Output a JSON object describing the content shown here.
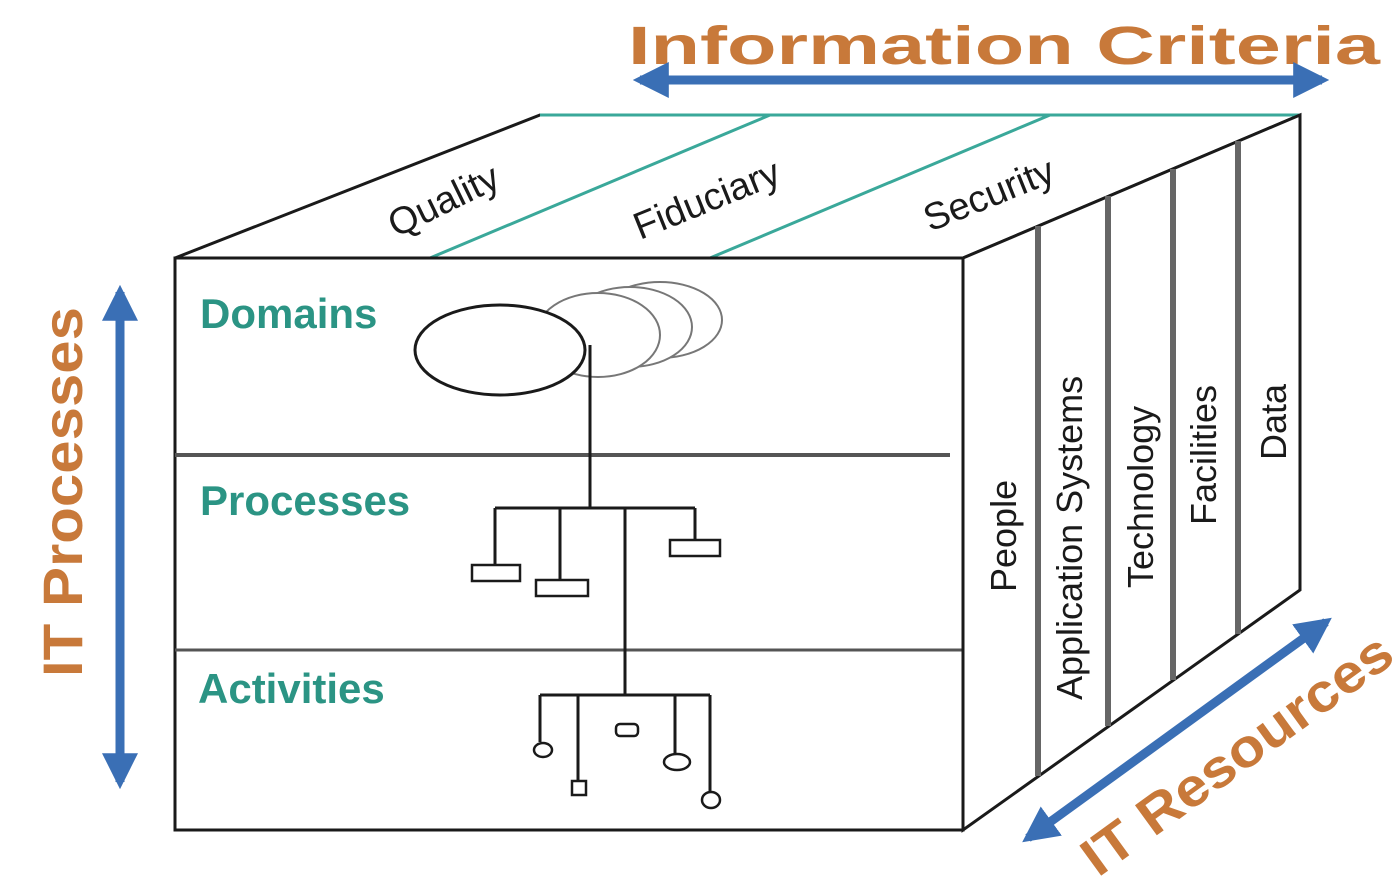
{
  "axes": {
    "information_criteria": "Information Criteria",
    "it_processes": "IT Processes",
    "it_resources": "IT Resources"
  },
  "criteria": [
    "Quality",
    "Fiduciary",
    "Security"
  ],
  "layers": [
    "Domains",
    "Processes",
    "Activities"
  ],
  "resources": [
    "People",
    "Application Systems",
    "Technology",
    "Facilities",
    "Data"
  ],
  "colors": {
    "axis_label": "#c8793a",
    "arrow": "#3a6fb5",
    "layer_label": "#2b9484",
    "criteria_divider": "#3aa89a",
    "outline": "#1a1a1a"
  }
}
